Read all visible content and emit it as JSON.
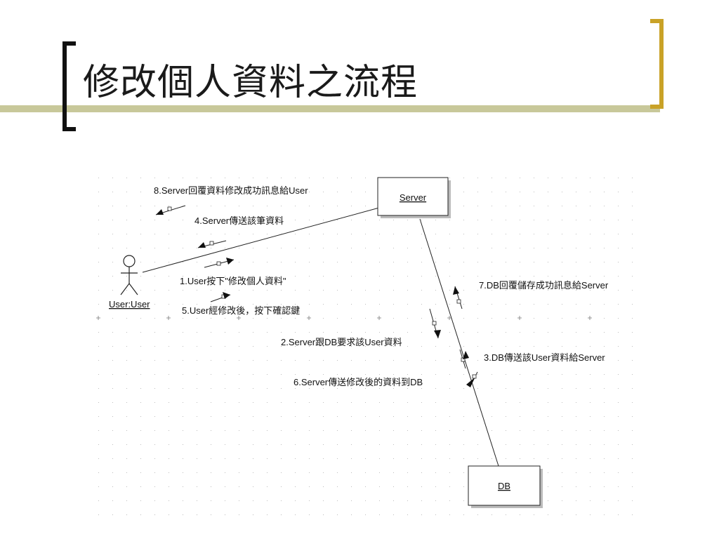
{
  "slide": {
    "title": "修改個人資料之流程",
    "accent_color": "#c9a227",
    "bar_color": "#c8c89a",
    "bracket_color": "#111111"
  },
  "diagram": {
    "actor": {
      "label": "User:User",
      "icon": "stick-figure-actor-icon"
    },
    "objects": {
      "server": "Server",
      "db": "DB"
    },
    "messages": {
      "m1": "1.User按下\"修改個人資料\"",
      "m2": "2.Server跟DB要求該User資料",
      "m3": "3.DB傳送該User資料給Server",
      "m4": "4.Server傳送該筆資料",
      "m5": "5.User經修改後，按下確認鍵",
      "m6": "6.Server傳送修改後的資料到DB",
      "m7": "7.DB回覆儲存成功訊息給Server",
      "m8": "8.Server回覆資料修改成功訊息給User"
    }
  }
}
